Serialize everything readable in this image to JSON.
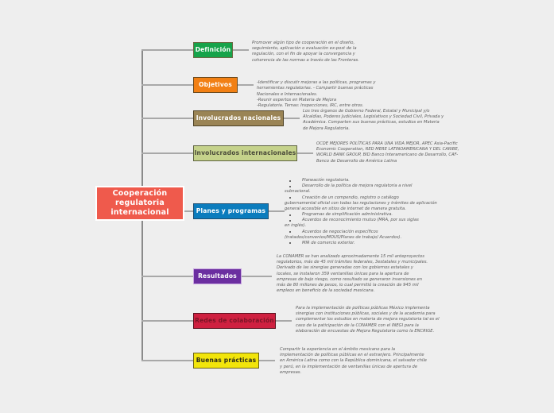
{
  "root": {
    "label": "Cooperación regulatoria internacional",
    "color": "#ef5a4c"
  },
  "branches": [
    {
      "id": "definicion",
      "label": "Definición",
      "color": "#16a34a",
      "note": "Promover algún tipo de cooperación en el diseño, seguimiento, aplicación o evaluación ex-post de la regulación, con el fin de apoyar la convergencia y coherencia de las normas a través de las Fronteras."
    },
    {
      "id": "objetivos",
      "label": "Objetivos",
      "color": "#f28014",
      "note": "-Identificar y discutir mejoras a las políticas,  programas y herramientas regulatorias. - Compartir buenas prácticas Nacionales e Internacionales.\n-Reunir expertos en Materia de Mejora\n-Regulatoria. Temas: Inspecciones, IRC, entre otros."
    },
    {
      "id": "involucrados-nacionales",
      "label": "Involucrados nacionales",
      "color": "#9a8455",
      "note": "Los tres órganos de Gobierno Federal, Estatal y Municipal y/o Alcaldías, Poderes Judiciales, Legislativos y Sociedad Civil, Privada y Académica. Comparten sus buenas prácticas, estudios en Materia de Mejora Regulatoria."
    },
    {
      "id": "involucrados-internacionales",
      "label": "Involucrados internacionales",
      "color": "#c5d28b",
      "note": "OCDE MEJORES POLÍTICAS PARA UNA VIDA MEJOR, APEC Asia-Pacific Economic Cooperation, RED MERE LATINOAMERICANA Y DEL CARIBE, WORLD BANK GROUP, BID Banco Interamericano de Desarrollo, CAF-Banco de Desarrollo de América Latina"
    },
    {
      "id": "planes-y-programas",
      "label": "Planes y programas",
      "color": "#0b7cbd",
      "bullets": [
        "Planeación regulatoria.",
        "Desarrollo de la política de mejora regulatoria a nivel",
        "subnacional.",
        "Creación de un compendio, registro o catálogo",
        "gubernamental oficial con todas las regulaciones y trámites de aplicación general accesible en sitios de internet de manera gratuita.",
        "Programas de simplificación administrativa.",
        "Acuerdos de reconocimiento mutuo (MRA, por sus siglas",
        "en inglés).",
        "Acuerdos de negociación específicos",
        "(tratados/convenios/MOUS/Planes de trabajo/ Acuerdos).",
        "MIR de comercio exterior."
      ]
    },
    {
      "id": "resultados",
      "label": "Resultados",
      "color": "#6b2ea0",
      "note": "La CONAMER se han analizado aproximadamente 15 mil anteproyectos regulatorios, más de 45 mil trámites federales, 3estatales y municipales. Derivado de las sinergias generadas con los gobiernos estatales y locales, se instalaron 359 ventanillas únicas para la apertura de empresas de bajo riesgo, como resultado se generaron inversiones en más de 80 millones de pesos, lo cual permitió la creación de 945 mil empleos en beneficio de la sociedad mexicana."
    },
    {
      "id": "redes-de-colaboracion",
      "label": "Redes de colaboración",
      "color": "#cf2040",
      "note": "Para la implementación de políticas públicas México implementa sinergias con instituciones públicas, sociales y de la academia para complementar los estudios en materia de mejora regulatoria tal es el caso de la paticipación de la CONAMER con el INEGI para la elaboración de encuestas de Mejora Regulatoria como la ENCRIGE."
    },
    {
      "id": "buenas-practicas",
      "label": "Buenas prácticas",
      "color": "#f2e50b",
      "note": "Compartir la experiencia en el ámbito mexicano para la implementación de políticas públicas en el extranjero. Principalmente en América Latina como con la República dominicana, el salvador chile y perú, en la implementación de ventanillas únicas de apertura de empresas."
    }
  ]
}
